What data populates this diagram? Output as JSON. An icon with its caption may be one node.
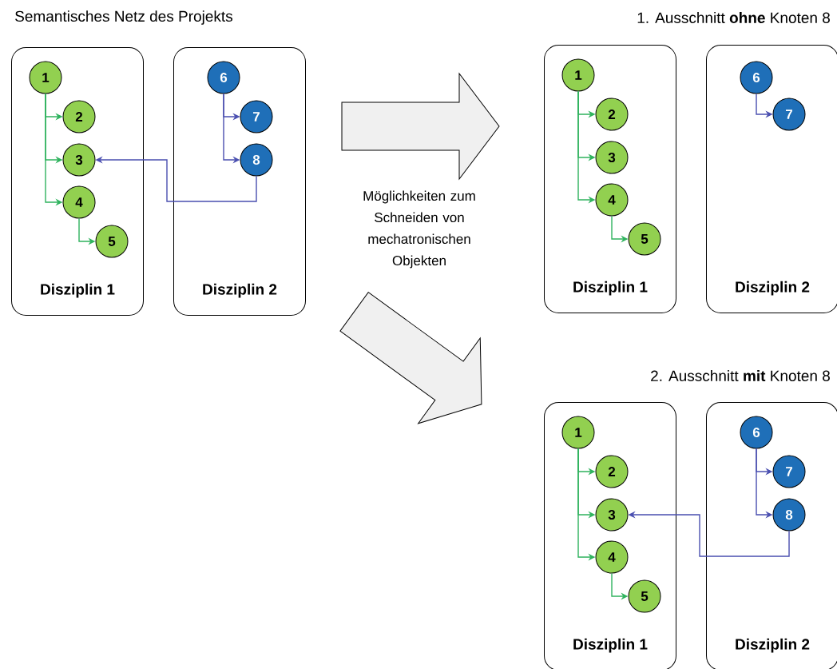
{
  "diagram": {
    "nodes": [
      {
        "text": [
          "Disziplin 1"
        ]
      },
      {
        "text": [
          "1"
        ],
        "in": 0
      },
      {
        "text": [
          "2"
        ],
        "in": 0
      },
      {
        "text": [
          "3"
        ],
        "in": 0
      },
      {
        "text": [
          "4"
        ],
        "in": 0
      },
      {
        "text": [
          "5"
        ],
        "in": 0
      },
      {
        "text": [
          "Disziplin 2"
        ]
      },
      {
        "text": [
          "6"
        ],
        "in": 6
      },
      {
        "text": [
          "7"
        ],
        "in": 6
      },
      {
        "text": [
          "8"
        ],
        "in": 6
      },
      {
        "text": [
          "Disziplin 1"
        ]
      },
      {
        "text": [
          "1"
        ],
        "in": 10
      },
      {
        "text": [
          "2"
        ],
        "in": 10
      },
      {
        "text": [
          "3"
        ],
        "in": 10
      },
      {
        "text": [
          "4"
        ],
        "in": 10
      },
      {
        "text": [
          "5"
        ],
        "in": 10
      },
      {
        "text": [
          "Disziplin 2"
        ]
      },
      {
        "text": [
          "6"
        ],
        "in": 16
      },
      {
        "text": [
          "7"
        ],
        "in": 16
      },
      {
        "text": [
          "Disziplin 1"
        ]
      },
      {
        "text": [
          "1"
        ],
        "in": 19
      },
      {
        "text": [
          "2"
        ],
        "in": 19
      },
      {
        "text": [
          "3"
        ],
        "in": 19
      },
      {
        "text": [
          "4"
        ],
        "in": 19
      },
      {
        "text": [
          "5"
        ],
        "in": 19
      },
      {
        "text": [
          "Disziplin 2"
        ]
      },
      {
        "text": [
          "6"
        ],
        "in": 25
      },
      {
        "text": [
          "7"
        ],
        "in": 25
      },
      {
        "text": [
          "8"
        ],
        "in": 25
      }
    ],
    "edges": [
      {
        "from": 1,
        "to": 2,
        "arrow": "to"
      },
      {
        "from": 1,
        "to": 3,
        "arrow": "to"
      },
      {
        "from": 1,
        "to": 4,
        "arrow": "to"
      },
      {
        "from": 4,
        "to": 5,
        "arrow": "to"
      },
      {
        "from": 7,
        "to": 8,
        "arrow": "to",
        "color": "#4a4fb0"
      },
      {
        "from": 7,
        "to": 9,
        "arrow": "to",
        "color": "#4a4fb0"
      },
      {
        "from": 9,
        "to": 3,
        "arrow": "to",
        "color": "#4a4fb0"
      },
      {
        "from": 11,
        "to": 12,
        "arrow": "to"
      },
      {
        "from": 11,
        "to": 13,
        "arrow": "to"
      },
      {
        "from": 11,
        "to": 14,
        "arrow": "to"
      },
      {
        "from": 14,
        "to": 15,
        "arrow": "to"
      },
      {
        "from": 17,
        "to": 18,
        "arrow": "to",
        "color": "#4a4fb0"
      },
      {
        "from": 20,
        "to": 21,
        "arrow": "to"
      },
      {
        "from": 20,
        "to": 22,
        "arrow": "to"
      },
      {
        "from": 20,
        "to": 23,
        "arrow": "to"
      },
      {
        "from": 23,
        "to": 24,
        "arrow": "to"
      },
      {
        "from": 26,
        "to": 27,
        "arrow": "to",
        "color": "#4a4fb0"
      },
      {
        "from": 26,
        "to": 28,
        "arrow": "to",
        "color": "#4a4fb0"
      },
      {
        "from": 28,
        "to": 22,
        "arrow": "to",
        "color": "#4a4fb0"
      }
    ],
    "labels": [
      "Semantisches Netz des Projekts",
      "1. Ausschnitt **ohne** Knoten 8",
      "Möglichkeiten zum Schneiden von mechatronischen Objekten",
      "2. Ausschnitt **mit** Knoten 8"
    ]
  }
}
